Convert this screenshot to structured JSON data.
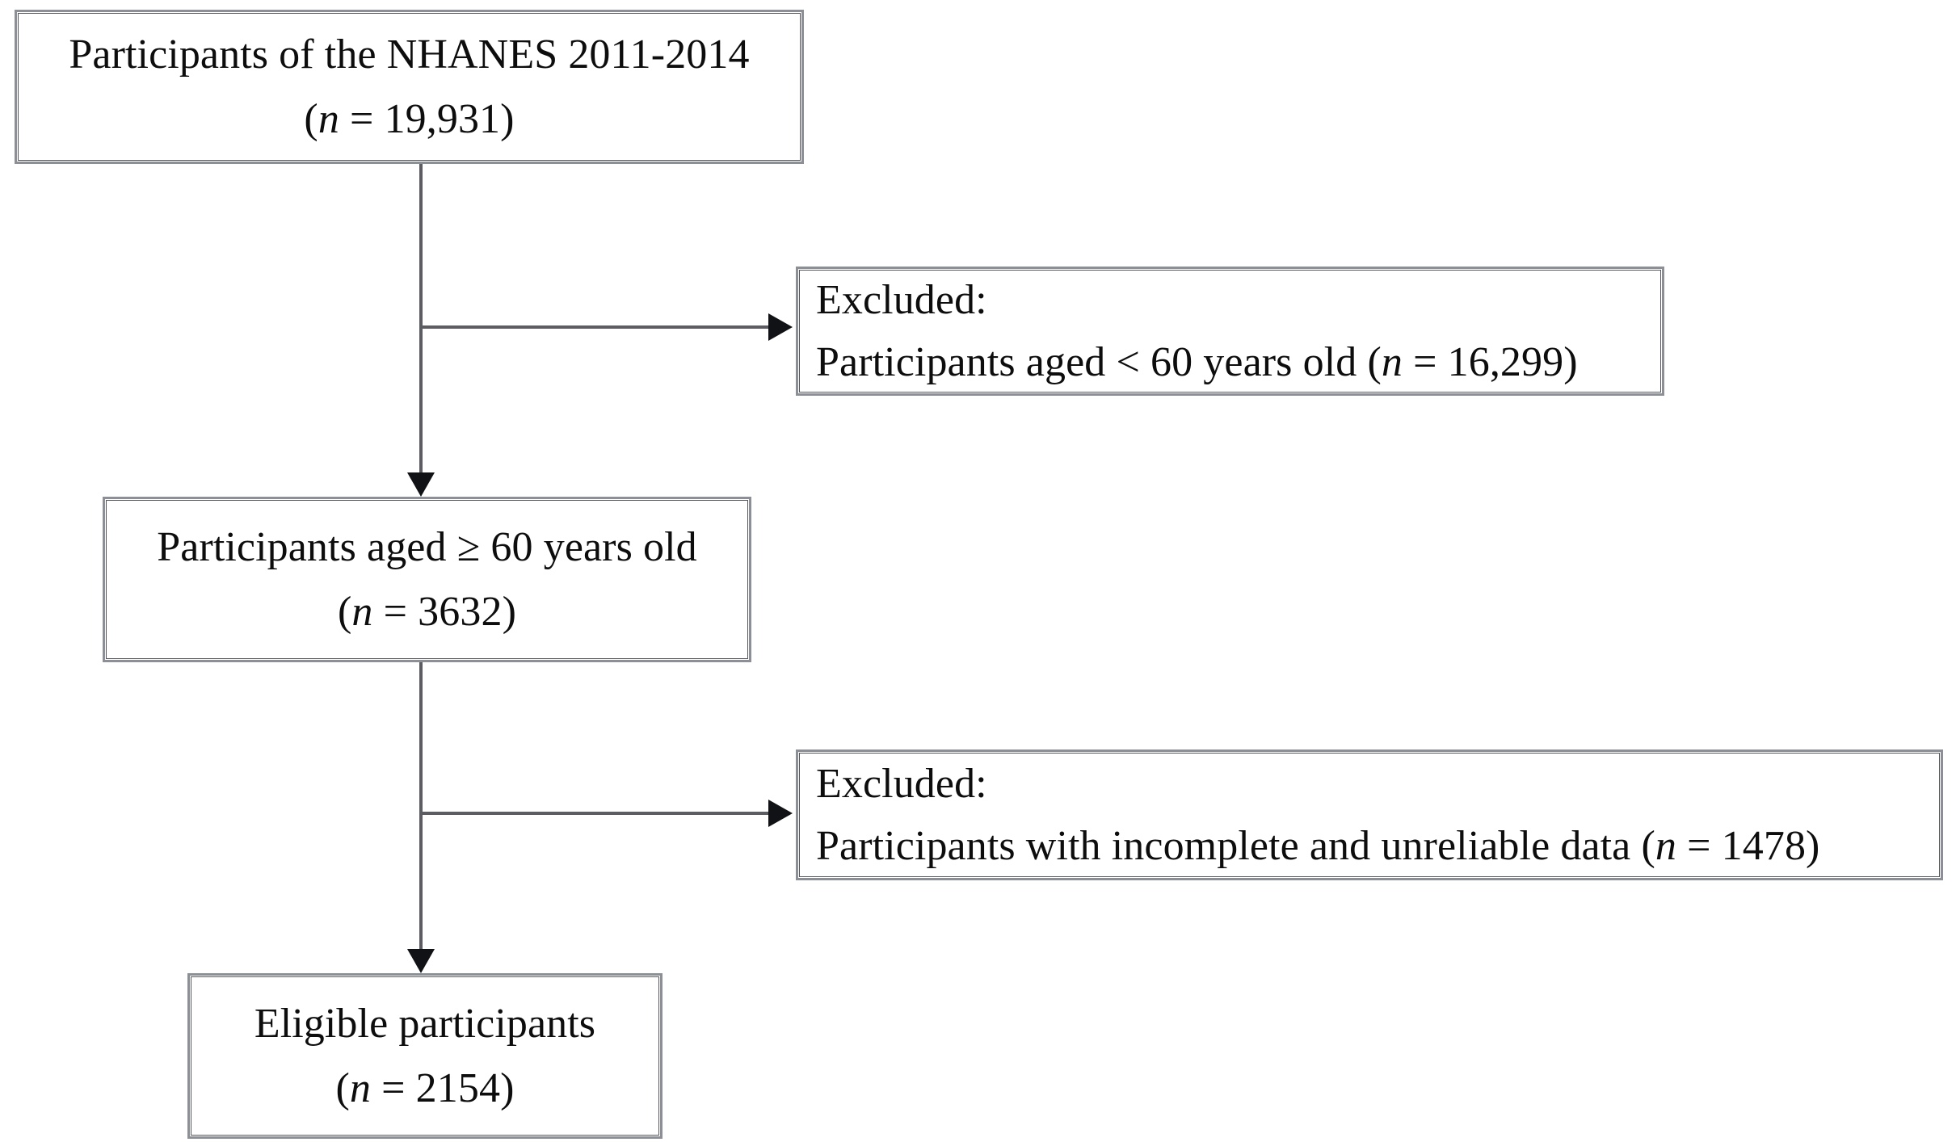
{
  "diagram": {
    "type": "participant-flow-diagram",
    "title": "NHANES 2011-2014 participant selection flowchart",
    "colors": {
      "box_border": "#8d8f96",
      "box_border_inner": "#55575c",
      "connector": "#5b5d62",
      "arrowhead": "#111215",
      "text": "#0d0d0d",
      "background": "#ffffff"
    }
  },
  "nodes": {
    "source_population": {
      "line1": "Participants of the NHANES 2011-2014",
      "stat_open": "(",
      "stat_var": "n",
      "stat_eq": " = ",
      "stat_value": "19,931",
      "stat_close": ")"
    },
    "excluded_age": {
      "line1": "Excluded:",
      "line2_prefix": "Participants aged < 60 years old (",
      "stat_var": "n",
      "stat_eq": " = ",
      "stat_value": "16,299",
      "stat_close": ")"
    },
    "aged_60_plus": {
      "line1": "Participants aged ≥ 60 years old",
      "stat_open": "(",
      "stat_var": "n",
      "stat_eq": " = ",
      "stat_value": "3632",
      "stat_close": ")"
    },
    "excluded_data": {
      "line1": "Excluded:",
      "line2_prefix": "Participants with incomplete and unreliable data (",
      "stat_var": "n",
      "stat_eq": " = ",
      "stat_value": "1478",
      "stat_close": ")"
    },
    "eligible": {
      "line1": "Eligible participants",
      "stat_open": "(",
      "stat_var": "n",
      "stat_eq": " = ",
      "stat_value": "2154",
      "stat_close": ")"
    }
  },
  "chart_data": {
    "type": "table",
    "title": "NHANES 2011-2014 participant selection flow",
    "categories": [
      "Participants of the NHANES 2011-2014",
      "Excluded: Participants aged < 60 years old",
      "Participants aged ≥ 60 years old",
      "Excluded: Participants with incomplete and unreliable data",
      "Eligible participants"
    ],
    "values": [
      19931,
      16299,
      3632,
      1478,
      2154
    ],
    "xlabel": "",
    "ylabel": "n"
  }
}
